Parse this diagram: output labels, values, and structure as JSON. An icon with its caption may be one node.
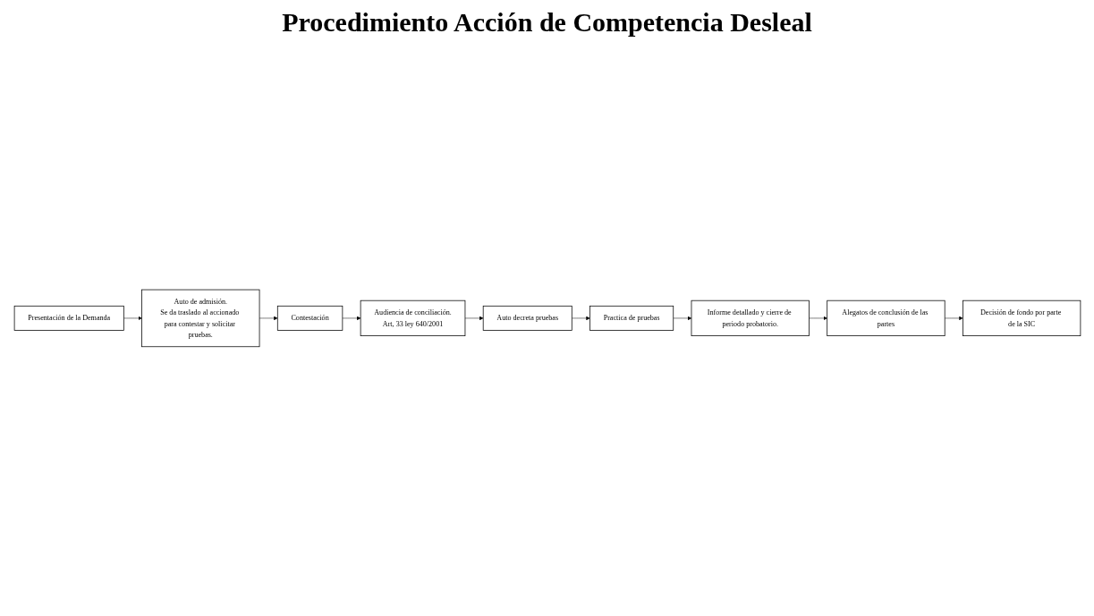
{
  "diagram": {
    "title": "Procedimiento Acción de Competencia Desleal",
    "nodes": [
      {
        "text": [
          "Presentación de la Demanda"
        ]
      },
      {
        "text": [
          "Auto de admisión.",
          "Se da traslado al accionado para contestar y solicitar pruebas."
        ]
      },
      {
        "text": [
          "Contestación"
        ]
      },
      {
        "text": [
          "Audiencia de conciliación.",
          "Art, 33 ley 640/2001"
        ]
      },
      {
        "text": [
          "Auto decreta pruebas"
        ]
      },
      {
        "text": [
          "Practica de pruebas"
        ]
      },
      {
        "text": [
          "Informe detallado y cierre de periodo probatorio."
        ]
      },
      {
        "text": [
          "Alegatos de conclusión de las partes"
        ]
      },
      {
        "text": [
          "Decisión de fondo por parte de la SIC"
        ]
      }
    ],
    "edges": [
      {
        "from": 0,
        "to": 1,
        "arrow": "to"
      },
      {
        "from": 1,
        "to": 2,
        "arrow": "to"
      },
      {
        "from": 2,
        "to": 3,
        "arrow": "to"
      },
      {
        "from": 3,
        "to": 4,
        "arrow": "to"
      },
      {
        "from": 4,
        "to": 5,
        "arrow": "to"
      },
      {
        "from": 5,
        "to": 6,
        "arrow": "to"
      },
      {
        "from": 6,
        "to": 7,
        "arrow": "to"
      },
      {
        "from": 7,
        "to": 8,
        "arrow": "to"
      }
    ]
  }
}
